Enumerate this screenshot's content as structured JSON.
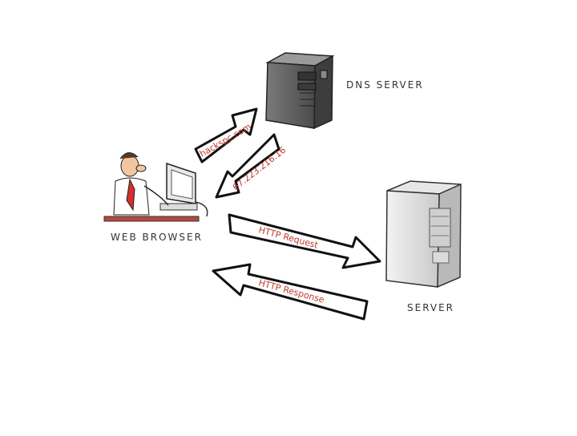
{
  "nodes": {
    "dns_server": "DNS SERVER",
    "web_browser": "WEB BROWSER",
    "server": "SERVER"
  },
  "arrows": {
    "dns_query": "hackspc.com",
    "dns_reply": "67.223.216.16",
    "http_request": "HTTP Request",
    "http_response": "HTTP Response"
  },
  "colors": {
    "arrow_text": "#c0392b",
    "server_dark": "#555555",
    "server_light": "#d8d8d8"
  }
}
